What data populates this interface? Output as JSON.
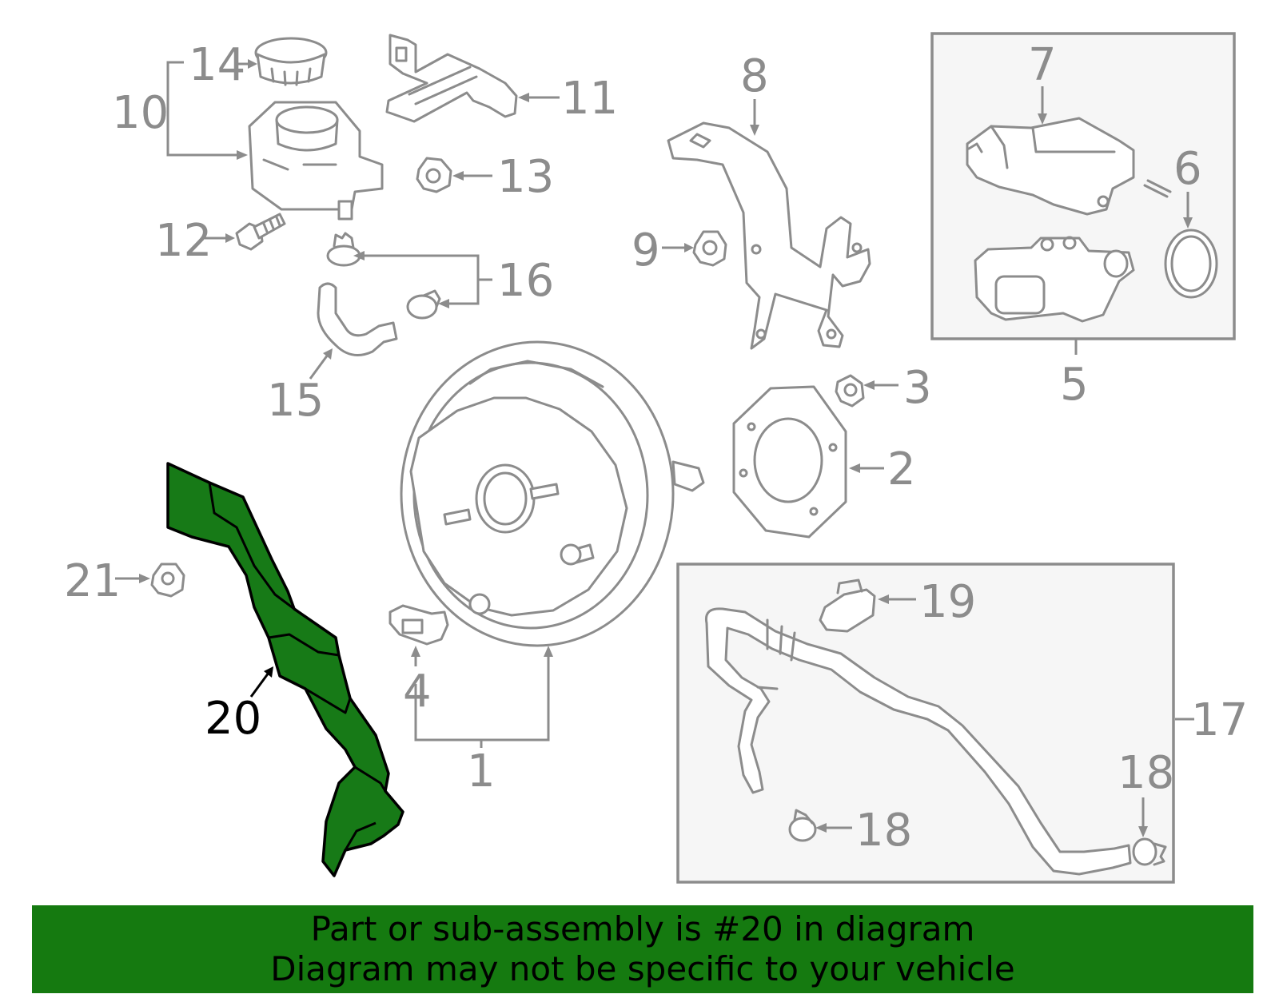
{
  "callouts": {
    "c1": "1",
    "c2": "2",
    "c3": "3",
    "c4": "4",
    "c5": "5",
    "c6": "6",
    "c7": "7",
    "c8": "8",
    "c9": "9",
    "c10": "10",
    "c11": "11",
    "c12": "12",
    "c13": "13",
    "c14": "14",
    "c15": "15",
    "c16": "16",
    "c17": "17",
    "c18a": "18",
    "c18b": "18",
    "c19": "19",
    "c20": "20",
    "c21": "21"
  },
  "highlighted_part": "20",
  "colors": {
    "highlight_fill": "#177a17",
    "banner_background": "#157a10",
    "line_gray": "#8c8c8c"
  },
  "banner": {
    "line1": "Part or sub-assembly is #20 in diagram",
    "line2": "Diagram may not be specific to your vehicle"
  }
}
